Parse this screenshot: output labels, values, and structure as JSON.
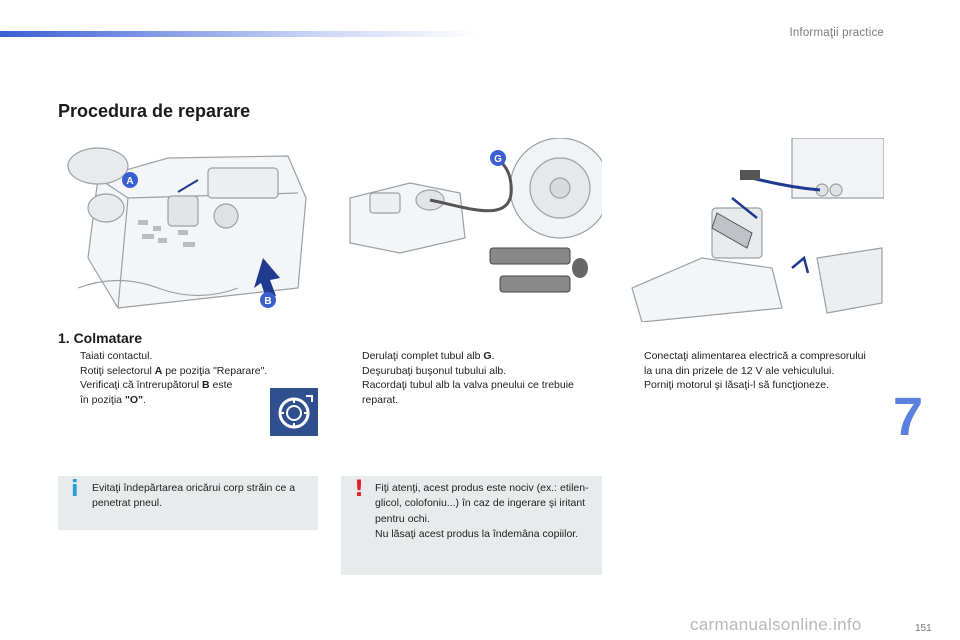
{
  "header": {
    "section": "Informaţii practice"
  },
  "page": {
    "title": "Procedura de reparare",
    "chapter": "7",
    "number": "151"
  },
  "step1": {
    "heading": "1. Colmatare",
    "col1": {
      "b1": "Taiati contactul.",
      "b2_pre": "Rotiţi selectorul ",
      "b2_bold": "A",
      "b2_post": " pe poziţia \"Reparare\".",
      "b3_pre": "Verificaţi că întrerupătorul ",
      "b3_bold": "B",
      "b3_post": " este",
      "b3_line2_pre": "în poziţia ",
      "b3_line2_bold": "\"O\"",
      "b3_line2_post": "."
    },
    "col2": {
      "b1_pre": "Derulaţi complet tubul alb ",
      "b1_bold": "G",
      "b1_post": ".",
      "b2": "Deşurubaţi buşonul tubului alb.",
      "b3": "Racordaţi tubul alb la valva pneului ce trebuie reparat."
    },
    "col3": {
      "b1": "Conectaţi alimentarea electrică a compresorului la una din prizele de 12 V ale vehiculului.",
      "b2": "Porniţi motorul şi lăsaţi-l să funcţioneze."
    }
  },
  "bullet_glyph": "",
  "illustrations": {
    "labels": {
      "a": "A",
      "b": "B",
      "g": "G"
    }
  },
  "notes": {
    "info": {
      "icon": "i",
      "text": "Evitaţi îndepărtarea oricărui corp străin ce a penetrat pneul."
    },
    "warning": {
      "icon": "!",
      "line1": "Fiţi atenţi, acest produs este nociv (ex.: etilen-glicol, colofoniu...) în caz de ingerare şi iritant pentru ochi.",
      "line2": "Nu lăsaţi acest produs la îndemâna copiilor."
    }
  },
  "watermark": "carmanualsonline.info",
  "colors": {
    "accent_blue": "#3a5fd0",
    "chapter_blue": "#5b80e0",
    "icon_navy": "#2f4f8f",
    "info_cyan": "#2aa0d8",
    "warn_red": "#e2202a",
    "note_bg": "#e8ebec"
  }
}
